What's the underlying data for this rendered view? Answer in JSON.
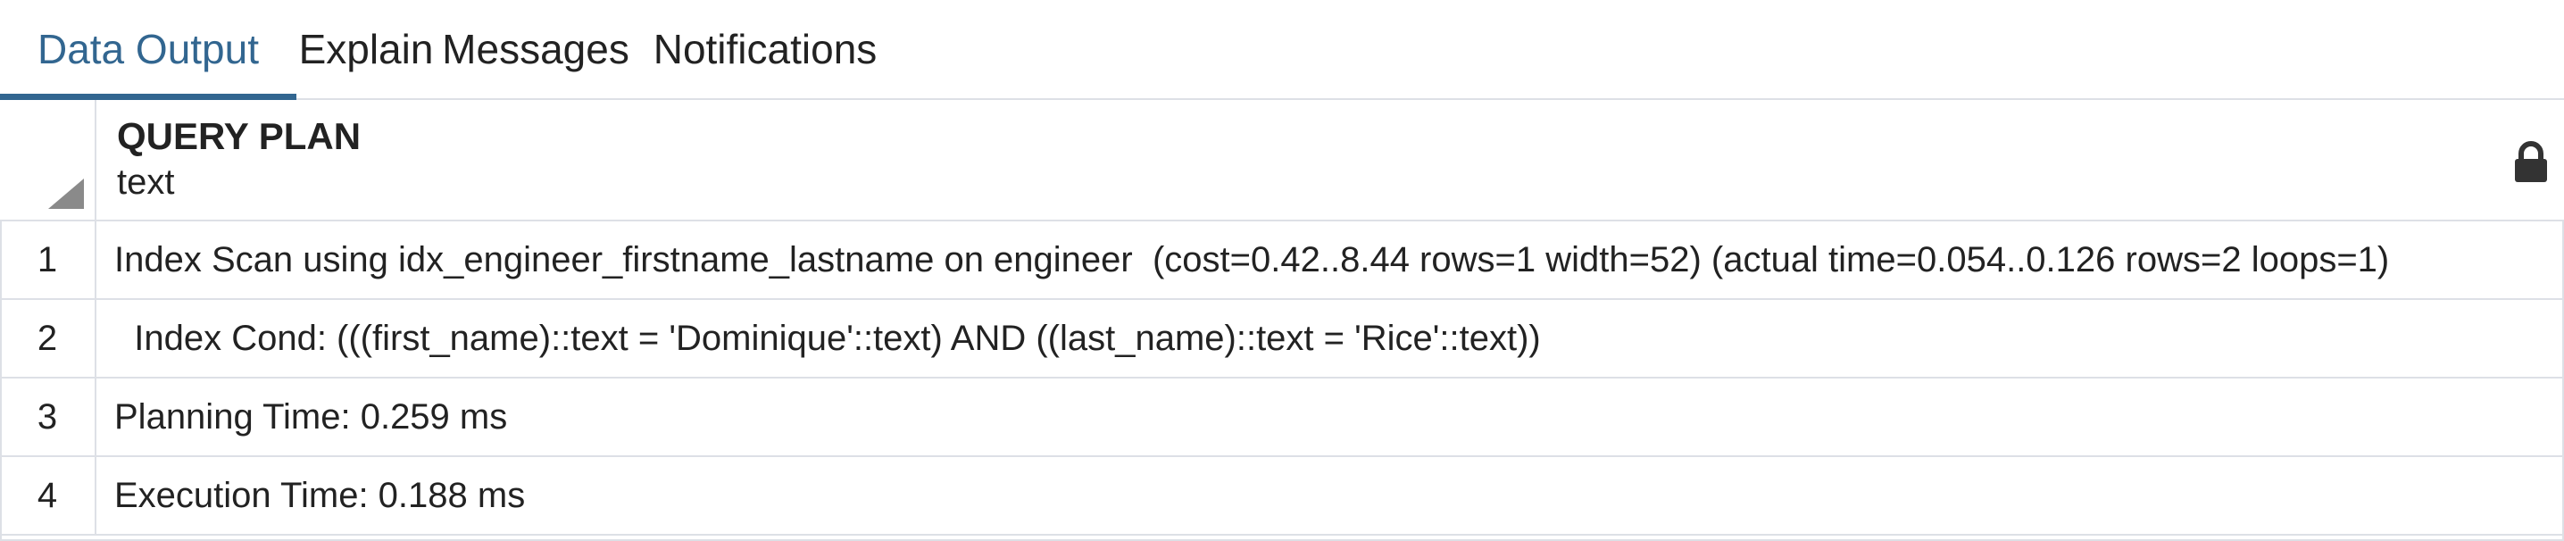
{
  "tabs": [
    {
      "label": "Data Output",
      "active": true
    },
    {
      "label": "Explain",
      "active": false
    },
    {
      "label": "Messages",
      "active": false
    },
    {
      "label": "Notifications",
      "active": false
    }
  ],
  "grid": {
    "column": {
      "title": "QUERY PLAN",
      "type": "text",
      "locked_icon": "lock-icon"
    },
    "rows": [
      {
        "num": "1",
        "value": "Index Scan using idx_engineer_firstname_lastname on engineer  (cost=0.42..8.44 rows=1 width=52) (actual time=0.054..0.126 rows=2 loops=1)"
      },
      {
        "num": "2",
        "value": "  Index Cond: (((first_name)::text = 'Dominique'::text) AND ((last_name)::text = 'Rice'::text))"
      },
      {
        "num": "3",
        "value": "Planning Time: 0.259 ms"
      },
      {
        "num": "4",
        "value": "Execution Time: 0.188 ms"
      }
    ]
  },
  "colors": {
    "accent": "#326690",
    "border": "#dde0e6",
    "text": "#222222"
  }
}
